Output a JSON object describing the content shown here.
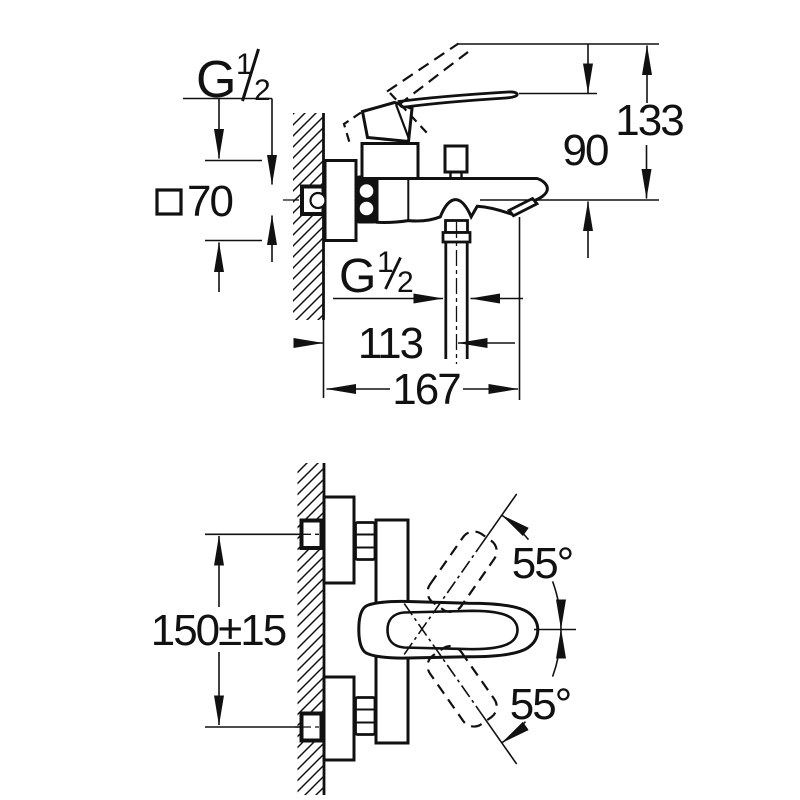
{
  "drawing": {
    "kind": "bath/shower mixer installation dimension drawing",
    "views": [
      "side-section",
      "front"
    ]
  },
  "labels": {
    "thread_top": {
      "prefix": "G",
      "numerator": "1",
      "denominator": "2"
    },
    "thread_spout": {
      "prefix": "G",
      "numerator": "1",
      "denominator": "2"
    },
    "square_escutcheon": {
      "value": "70"
    },
    "overall_height": "133",
    "axis_to_handle_top": "90",
    "wall_to_hose_axis": "113",
    "wall_to_spout_tip": "167",
    "inlet_spacing": "150±15",
    "handle_swivel_upper": "55°",
    "handle_swivel_lower": "55°"
  },
  "icons": {
    "square_symbol": "square-outline-icon"
  },
  "colors": {
    "line": "#111111",
    "background": "#ffffff"
  }
}
